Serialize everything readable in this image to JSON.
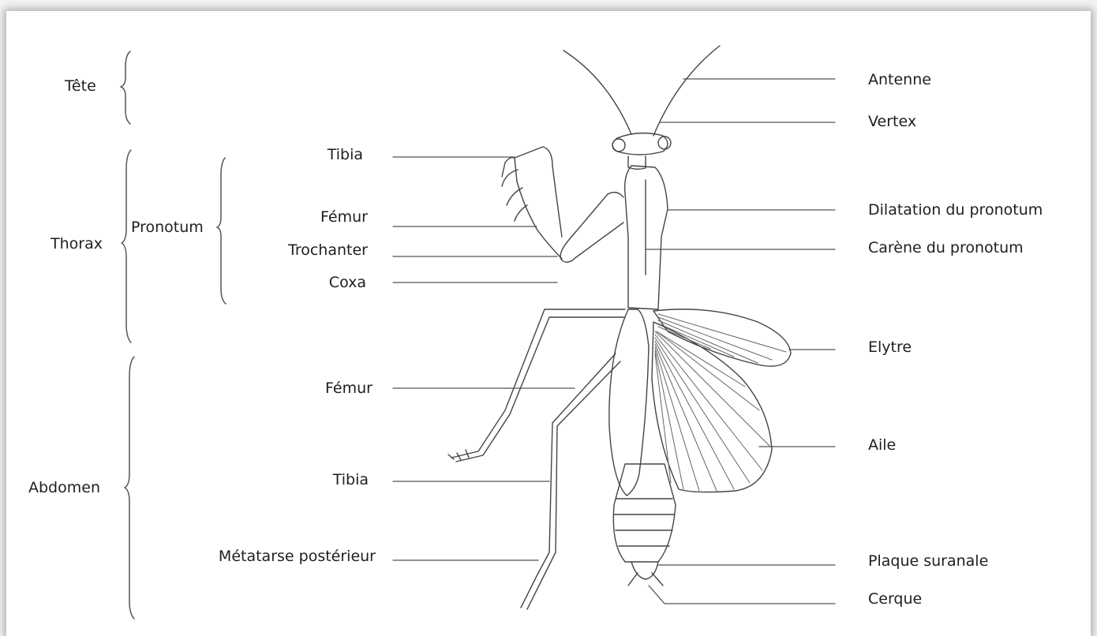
{
  "regions": {
    "head": "Tête",
    "thorax": "Thorax",
    "pronotum": "Pronotum",
    "abdomen": "Abdomen"
  },
  "left_labels": {
    "tibia_front": "Tibia",
    "femur_front": "Fémur",
    "trochanter": "Trochanter",
    "coxa": "Coxa",
    "femur_hind": "Fémur",
    "tibia_hind": "Tibia",
    "metatarse": "Métatarse postérieur"
  },
  "right_labels": {
    "antenne": "Antenne",
    "vertex": "Vertex",
    "dilatation": "Dilatation du pronotum",
    "carene": "Carène du pronotum",
    "elytre": "Elytre",
    "aile": "Aile",
    "plaque": "Plaque suranale",
    "cerque": "Cerque"
  }
}
